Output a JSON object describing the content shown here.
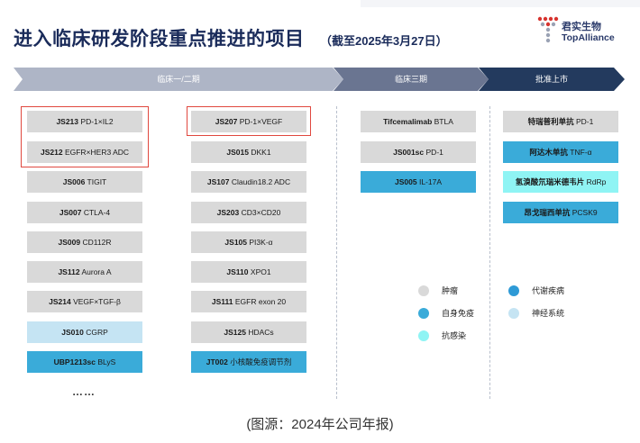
{
  "slide": {
    "title": "进入临床研发阶段重点推进的项目",
    "date_note": "（截至2025年3月27日）",
    "logo": {
      "name_cn": "君实生物",
      "name_en": "TopAlliance"
    }
  },
  "phases": [
    {
      "label": "临床一/二期"
    },
    {
      "label": "临床三期"
    },
    {
      "label": "批准上市"
    }
  ],
  "columns": {
    "col1": [
      {
        "code": "JS213",
        "target": "PD-1×IL2",
        "category": "tumor"
      },
      {
        "code": "JS212",
        "target": "EGFR×HER3 ADC",
        "category": "tumor"
      },
      {
        "code": "JS006",
        "target": "TIGIT",
        "category": "tumor"
      },
      {
        "code": "JS007",
        "target": "CTLA-4",
        "category": "tumor"
      },
      {
        "code": "JS009",
        "target": "CD112R",
        "category": "tumor"
      },
      {
        "code": "JS112",
        "target": "Aurora A",
        "category": "tumor"
      },
      {
        "code": "JS214",
        "target": "VEGF×TGF-β",
        "category": "tumor"
      },
      {
        "code": "JS010",
        "target": "CGRP",
        "category": "neuro"
      },
      {
        "code": "UBP1213sc",
        "target": "BLyS",
        "category": "immune"
      }
    ],
    "col2": [
      {
        "code": "JS207",
        "target": "PD-1×VEGF",
        "category": "tumor"
      },
      {
        "code": "JS015",
        "target": "DKK1",
        "category": "tumor"
      },
      {
        "code": "JS107",
        "target": "Claudin18.2 ADC",
        "category": "tumor"
      },
      {
        "code": "JS203",
        "target": "CD3×CD20",
        "category": "tumor"
      },
      {
        "code": "JS105",
        "target": "PI3K-α",
        "category": "tumor"
      },
      {
        "code": "JS110",
        "target": "XPO1",
        "category": "tumor"
      },
      {
        "code": "JS111",
        "target": "EGFR exon 20",
        "category": "tumor"
      },
      {
        "code": "JS125",
        "target": "HDACs",
        "category": "tumor"
      },
      {
        "code": "JT002",
        "target": "小核酸免疫调节剂",
        "category": "immune"
      }
    ],
    "col3": [
      {
        "code": "Tifcemalimab",
        "target": "BTLA",
        "category": "tumor"
      },
      {
        "code": "JS001sc",
        "target": "PD-1",
        "category": "tumor"
      },
      {
        "code": "JS005",
        "target": "IL-17A",
        "category": "immune"
      }
    ],
    "col4": [
      {
        "code": "特瑞普利单抗",
        "target": "PD-1",
        "category": "tumor"
      },
      {
        "code": "阿达木单抗",
        "target": "TNF-α",
        "category": "immune"
      },
      {
        "code": "氢溴酸氘瑞米德韦片",
        "target": "RdRp",
        "category": "anti-infective"
      },
      {
        "code": "昂戈瑞西单抗",
        "target": "PCSK9",
        "category": "metabolic"
      }
    ]
  },
  "ellipsis": "……",
  "legend": [
    {
      "label": "肿瘤",
      "color": "#d9d9d9"
    },
    {
      "label": "代谢疾病",
      "color": "#2e9ad6"
    },
    {
      "label": "自身免疫",
      "color": "#3aabd9"
    },
    {
      "label": "神经系统",
      "color": "#c5e4f3"
    },
    {
      "label": "抗感染",
      "color": "#8ff4f4"
    }
  ],
  "colors": {
    "tumor": "#d9d9d9",
    "immune": "#3aabd9",
    "neuro": "#c5e4f3",
    "anti_infective": "#8ff4f4",
    "metabolic": "#2e9ad6",
    "highlight_frame": "#e0483f",
    "phase1_arrow": "#aeb5c6",
    "phase3_arrow": "#6a7591",
    "approved_arrow": "#233a5e"
  },
  "caption": "(图源：2024年公司年报)"
}
